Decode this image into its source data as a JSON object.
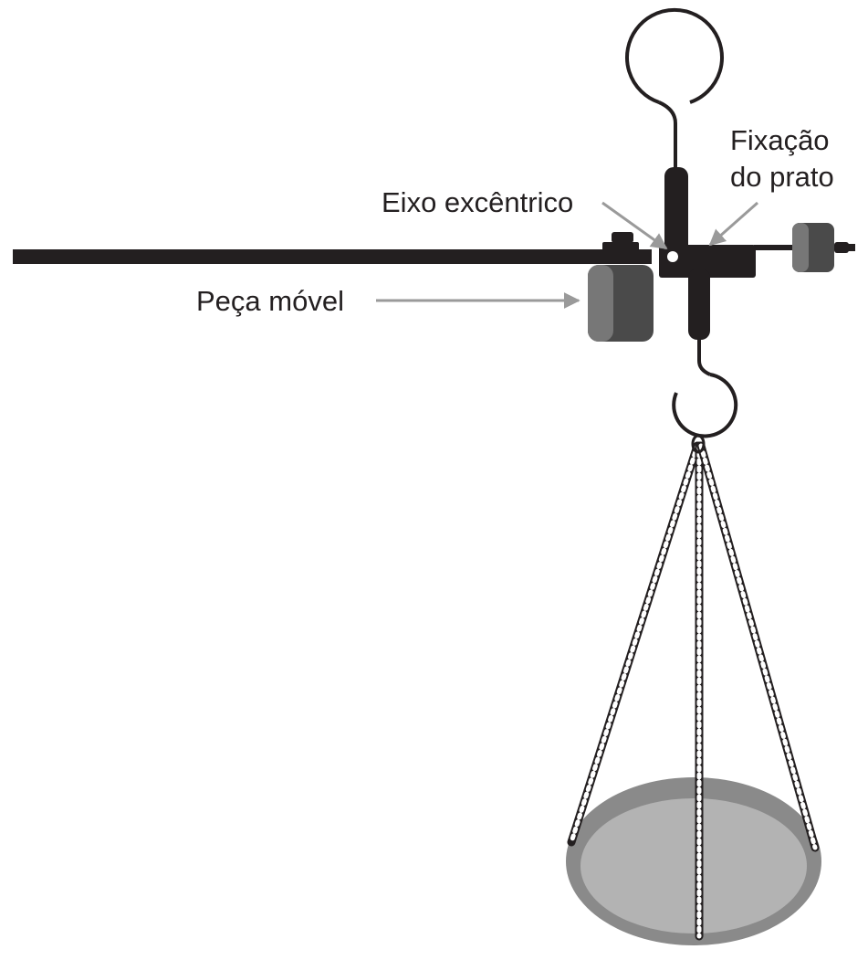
{
  "labels": {
    "eixo": "Eixo excêntrico",
    "fixacao_line1": "Fixação",
    "fixacao_line2": "do prato",
    "peca": "Peça móvel"
  },
  "colors": {
    "dark": "#231f20",
    "arrow": "#9a9a9a",
    "weight_face": "#4a4a4a",
    "weight_side": "#777777",
    "pan_outer": "#8a8a8a",
    "pan_inner": "#b3b3b3"
  }
}
